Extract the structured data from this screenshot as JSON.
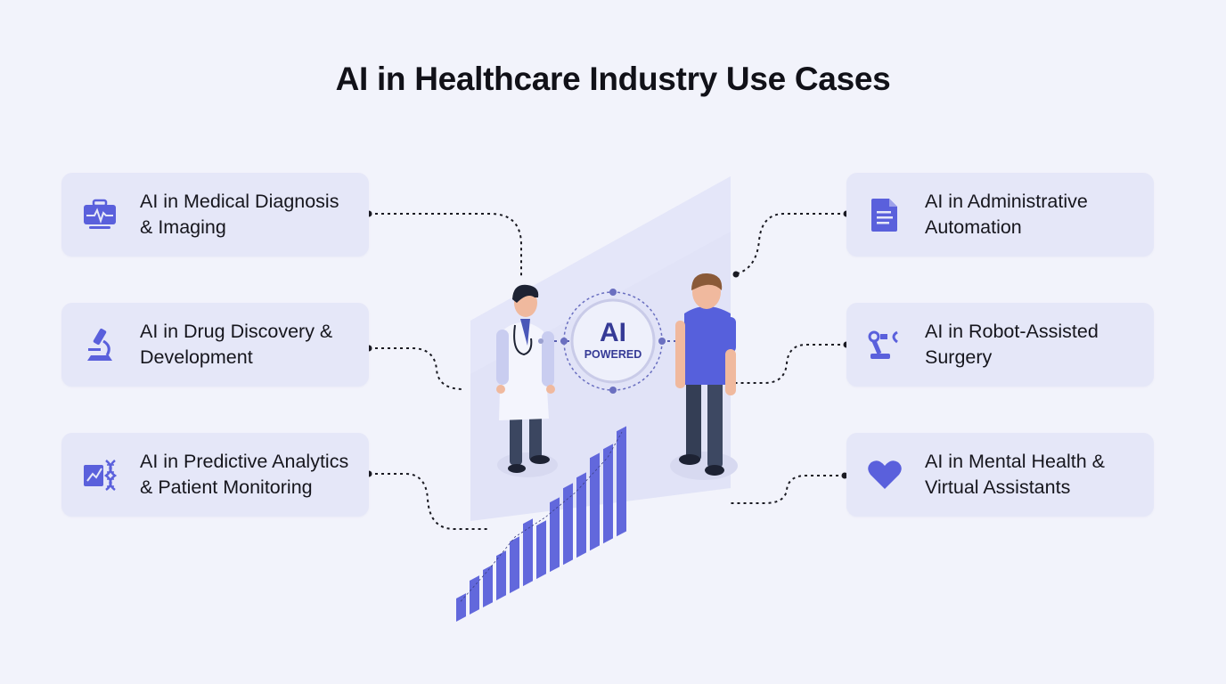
{
  "title": "AI in Healthcare Industry Use Cases",
  "colors": {
    "background": "#f2f3fb",
    "card": "#e5e7f8",
    "accent": "#5a60dc",
    "accent_dark": "#3b3f9a",
    "text": "#16161d",
    "connector": "#1a1a22"
  },
  "left_cards": [
    {
      "icon": "medical-kit-heartbeat-icon",
      "line1": "AI in Medical Diagnosis",
      "line2": "& Imaging"
    },
    {
      "icon": "microscope-icon",
      "line1": "AI in Drug Discovery &",
      "line2": "Development"
    },
    {
      "icon": "analytics-dna-icon",
      "line1": "AI in Predictive Analytics",
      "line2": "& Patient Monitoring"
    }
  ],
  "right_cards": [
    {
      "icon": "document-icon",
      "line1": "AI in Administrative",
      "line2": "Automation"
    },
    {
      "icon": "robot-arm-icon",
      "line1": "AI in Robot-Assisted",
      "line2": "Surgery"
    },
    {
      "icon": "heart-icon",
      "line1": "AI in Mental Health &",
      "line2": "Virtual Assistants"
    }
  ],
  "center": {
    "badge_main": "AI",
    "badge_sub": "POWERED",
    "figures": [
      "doctor",
      "patient"
    ]
  },
  "growth_chart": {
    "bars": 14,
    "trend": "rising"
  }
}
